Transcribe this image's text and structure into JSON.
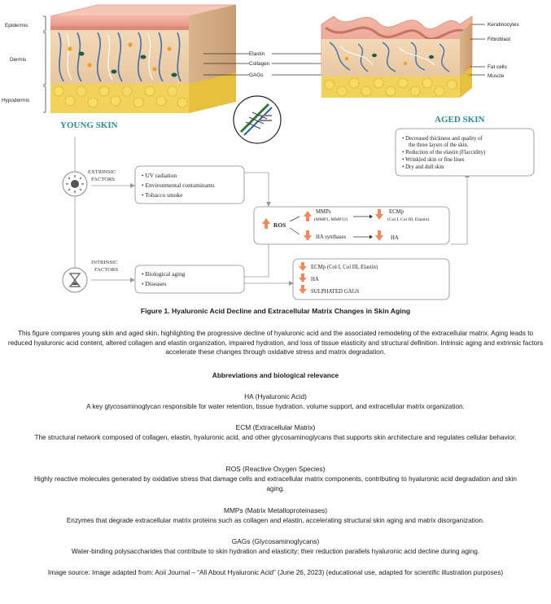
{
  "figure": {
    "left_layers": [
      "Epidermis",
      "Dermis",
      "Hypodermis"
    ],
    "center_labels": [
      "Elastin",
      "Collagen",
      "GAGs"
    ],
    "right_labels": [
      "Keratinocytes",
      "Fibroblast",
      "Fat cells",
      "Muscle"
    ],
    "young_title": "YOUNG SKIN",
    "aged_title": "AGED SKIN",
    "aged_points": [
      "Decreased thickness and quality of",
      "the three layers of the skin.",
      "Reduction of the elastin (Flaccidity)",
      "Wrinkled skin or fine lines",
      "Dry and dull skin"
    ],
    "extrinsic_label": [
      "EXTRINSIC",
      "FACTORS"
    ],
    "extrinsic_items": [
      "UV radiation",
      "Environmental contaminants",
      "Tobacco smoke"
    ],
    "intrinsic_label": [
      "INTRINSIC",
      "FACTORS"
    ],
    "intrinsic_items": [
      "Biological aging",
      "Diseases"
    ],
    "ros": "ROS",
    "mmps": "MMPs",
    "mmps_sub": "(MMP1, MMP12)",
    "ecmp": "ECMp",
    "ecmp_sub": "(Col I, Col III, Elastin)",
    "ha_synthases": "HA synthases",
    "ha": "HA",
    "box3_ecmp": "ECMp (Col I, Col III, Elastin)",
    "box3_ha": "HA",
    "box3_gags": "SULPHATED GAGS"
  },
  "caption": "Figure 1. Hyaluronic Acid Decline and Extracellular Matrix Changes in Skin Aging",
  "description": "This figure compares young skin and aged skin, highlighting the progressive decline of hyaluronic acid and the associated remodeling of the extracellular matrix. Aging leads to reduced hyaluronic acid content, altered collagen and elastin organization, impaired hydration, and loss of tissue elasticity and structural definition. Intrinsic aging and extrinsic factors accelerate these changes through oxidative stress and matrix degradation.",
  "abbreviations_title": "Abbreviations and biological relevance",
  "abbreviations": [
    {
      "term": "HA (Hyaluronic Acid)",
      "definition": "A key glycosaminoglycan responsible for water retention, tissue hydration, volume support, and extracellular matrix organization."
    },
    {
      "term": "ECM (Extracellular Matrix)",
      "definition": "The structural network composed of collagen, elastin, hyaluronic acid, and other glycosaminoglycans that supports skin architecture and regulates cellular behavior."
    },
    {
      "term": "ROS (Reactive Oxygen Species)",
      "definition": "Highly reactive molecules generated by oxidative stress that damage cells and extracellular matrix components, contributing to hyaluronic acid degradation and skin aging."
    },
    {
      "term": "MMPs (Matrix Metalloproteinases)",
      "definition": "Enzymes that degrade extracellular matrix proteins such as collagen and elastin, accelerating structural skin aging and matrix disorganization."
    },
    {
      "term": "GAGs (Glycosaminoglycans)",
      "definition": "Water-binding polysaccharides that contribute to skin hydration and elasticity; their reduction parallels hyaluronic acid decline during aging."
    }
  ],
  "source": "Image source: Image adapted from: Aoii Journal – “All About Hyaluronic Acid” (June 26, 2023) (educational use, adapted for scientific illustration purposes)",
  "colors": {
    "title_teal": "#2b8a9a",
    "arrow_orange": "#f08a5d",
    "box_border": "#8a8a8a"
  }
}
